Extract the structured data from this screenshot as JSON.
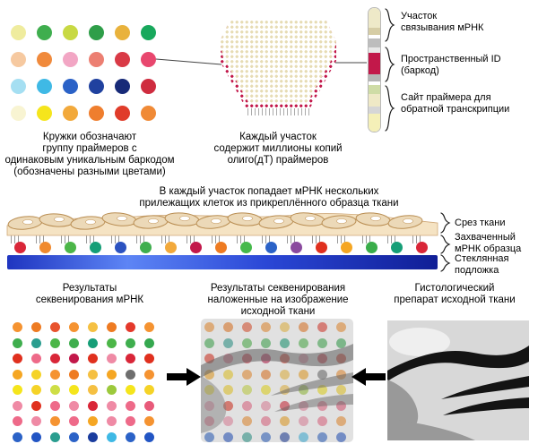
{
  "diagram": {
    "top": {
      "barcode_grid": {
        "caption": "Кружки обозначают\nгруппу праймеров с\nодинаковым уникальным баркодом\n(обозначены разными цветами)",
        "colors": [
          [
            "#efec9e",
            "#3fae4e",
            "#c8d943",
            "#2f9e49",
            "#e9b23c",
            "#18a85c"
          ],
          [
            "#f6c9a0",
            "#f08a3c",
            "#f2a6c4",
            "#ec7f72",
            "#d93a46",
            "#e8476e"
          ],
          [
            "#a5dff2",
            "#3fb9e5",
            "#2b62c7",
            "#20419f",
            "#172a78",
            "#cf2c3f"
          ],
          [
            "#f8f4d2",
            "#f5e51c",
            "#f2a93b",
            "#ef7e2e",
            "#e03c2a",
            "#f08a36"
          ]
        ]
      },
      "spot": {
        "caption": "Каждый участок\nсодержит миллионы копий\nолиго(дТ) праймеров",
        "fill_dot_color": "#e7dcb4",
        "edge_dot_color": "#c2184a"
      },
      "primer": {
        "labels": [
          "Участок\nсвязывания мРНК",
          "Пространственный ID\n(баркод)",
          "Сайт праймера для\nобратной транскрипции"
        ],
        "segments": [
          {
            "color": "#eee9c8",
            "h": 22
          },
          {
            "color": "#d6cda5",
            "h": 8
          },
          {
            "color": "#ffffff",
            "h": 4
          },
          {
            "color": "#bdbdbd",
            "h": 10
          },
          {
            "color": "#e8e8e8",
            "h": 6
          },
          {
            "color": "#c2184a",
            "h": 24
          },
          {
            "color": "#b5b5b5",
            "h": 8
          },
          {
            "color": "#ffffff",
            "h": 4
          },
          {
            "color": "#cfdca6",
            "h": 10
          },
          {
            "color": "#efe9c6",
            "h": 14
          },
          {
            "color": "#d6d6d6",
            "h": 8
          },
          {
            "color": "#f5f0b8",
            "h": 22
          }
        ]
      }
    },
    "middle": {
      "caption": "В каждый участок попадает мРНК нескольких\nприлежащих клеток из прикреплённого образца ткани",
      "labels": [
        "Срез ткани",
        "Захваченный\nмРНК образца",
        "Стеклянная\nподложка"
      ],
      "capture_colors": [
        [
          "#d92638",
          "#f08a2e",
          "#4cb648",
          "#169e77",
          "#2b52c0",
          "#3fae4e",
          "#f2a93b",
          "#c2184a",
          "#ee7b22",
          "#46b94b",
          "#2b62c7",
          "#8a4a9e",
          "#e0301e",
          "#f5a623",
          "#3aad4a",
          "#169e77",
          "#d92638"
        ]
      ]
    },
    "bottom": {
      "left_caption": "Результаты\nсеквенирования мРНК",
      "middle_caption": "Результаты секвенирования\nналоженные на изображение\nисходной ткани",
      "right_caption": "Гистологический\nпрепарат исходной ткани",
      "result_grid": [
        [
          "#f59331",
          "#ee7b22",
          "#e8532d",
          "#f59331",
          "#f5c042",
          "#ee7b22",
          "#e4392b",
          "#f59331"
        ],
        [
          "#3fae4e",
          "#2a9d8f",
          "#4cb648",
          "#3fae4e",
          "#169e77",
          "#4cb648",
          "#3fae4e",
          "#35a84f"
        ],
        [
          "#e0301e",
          "#ee6a89",
          "#d92638",
          "#c2184a",
          "#e0301e",
          "#ef8aa5",
          "#d92638",
          "#e0301e"
        ],
        [
          "#f5a623",
          "#f5d327",
          "#f59331",
          "#ee7b22",
          "#f5c042",
          "#f5a623",
          "#6e6e6e",
          "#f59331"
        ],
        [
          "#f5e51c",
          "#f5d327",
          "#cede45",
          "#f5e51c",
          "#f5c042",
          "#9cc93c",
          "#f5e51c",
          "#f5d327"
        ],
        [
          "#ef8aa5",
          "#e0301e",
          "#ee6a89",
          "#ef8aa5",
          "#d92638",
          "#ef8aa5",
          "#ee6a89",
          "#e85a7a"
        ],
        [
          "#ee6a89",
          "#ef8aa5",
          "#f59331",
          "#ee6a89",
          "#f5a623",
          "#ef8aa5",
          "#ee6a89",
          "#f59331"
        ],
        [
          "#2b62c7",
          "#2255c4",
          "#2a9d8f",
          "#2b62c7",
          "#1a3c9e",
          "#3fb9e5",
          "#2b62c7",
          "#2255c4"
        ]
      ]
    }
  }
}
